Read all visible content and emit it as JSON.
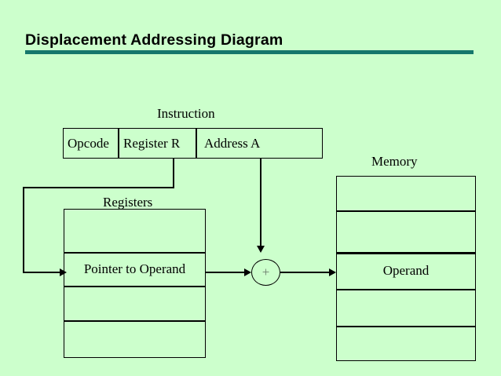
{
  "slide": {
    "title": "Displacement Addressing Diagram",
    "background_color": "#ccffcc",
    "rule_color": "#16776c"
  },
  "diagram": {
    "labels": {
      "instruction": "Instruction",
      "registers": "Registers",
      "memory": "Memory"
    },
    "instruction_box": {
      "cells": [
        {
          "label": "Opcode"
        },
        {
          "label": "Register R"
        },
        {
          "label": "Address A"
        }
      ]
    },
    "registers_box": {
      "rows": [
        {
          "label": ""
        },
        {
          "label": "Pointer to Operand"
        },
        {
          "label": ""
        },
        {
          "label": ""
        }
      ]
    },
    "memory_box": {
      "rows": [
        {
          "label": ""
        },
        {
          "label": ""
        },
        {
          "label": "Operand"
        },
        {
          "label": ""
        },
        {
          "label": ""
        }
      ]
    },
    "adder": {
      "symbol": "+",
      "symbol_color": "#6f7f6f"
    }
  }
}
